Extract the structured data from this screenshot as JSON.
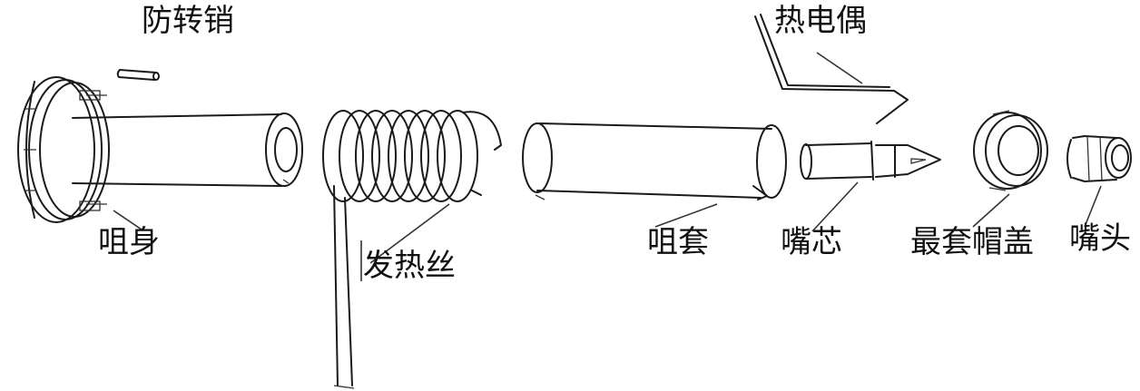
{
  "labels": {
    "anti_rotation_pin": "防转销",
    "thermocouple": "热电偶",
    "gun_body": "咀身",
    "heating_wire": "发热丝",
    "nozzle_sleeve": "咀套",
    "nozzle_core": "嘴芯",
    "sleeve_cap": "最套帽盖",
    "nozzle_tip": "嘴头"
  },
  "colors": {
    "line": "#1a1a1a",
    "text": "#111111",
    "background": "#ffffff"
  }
}
